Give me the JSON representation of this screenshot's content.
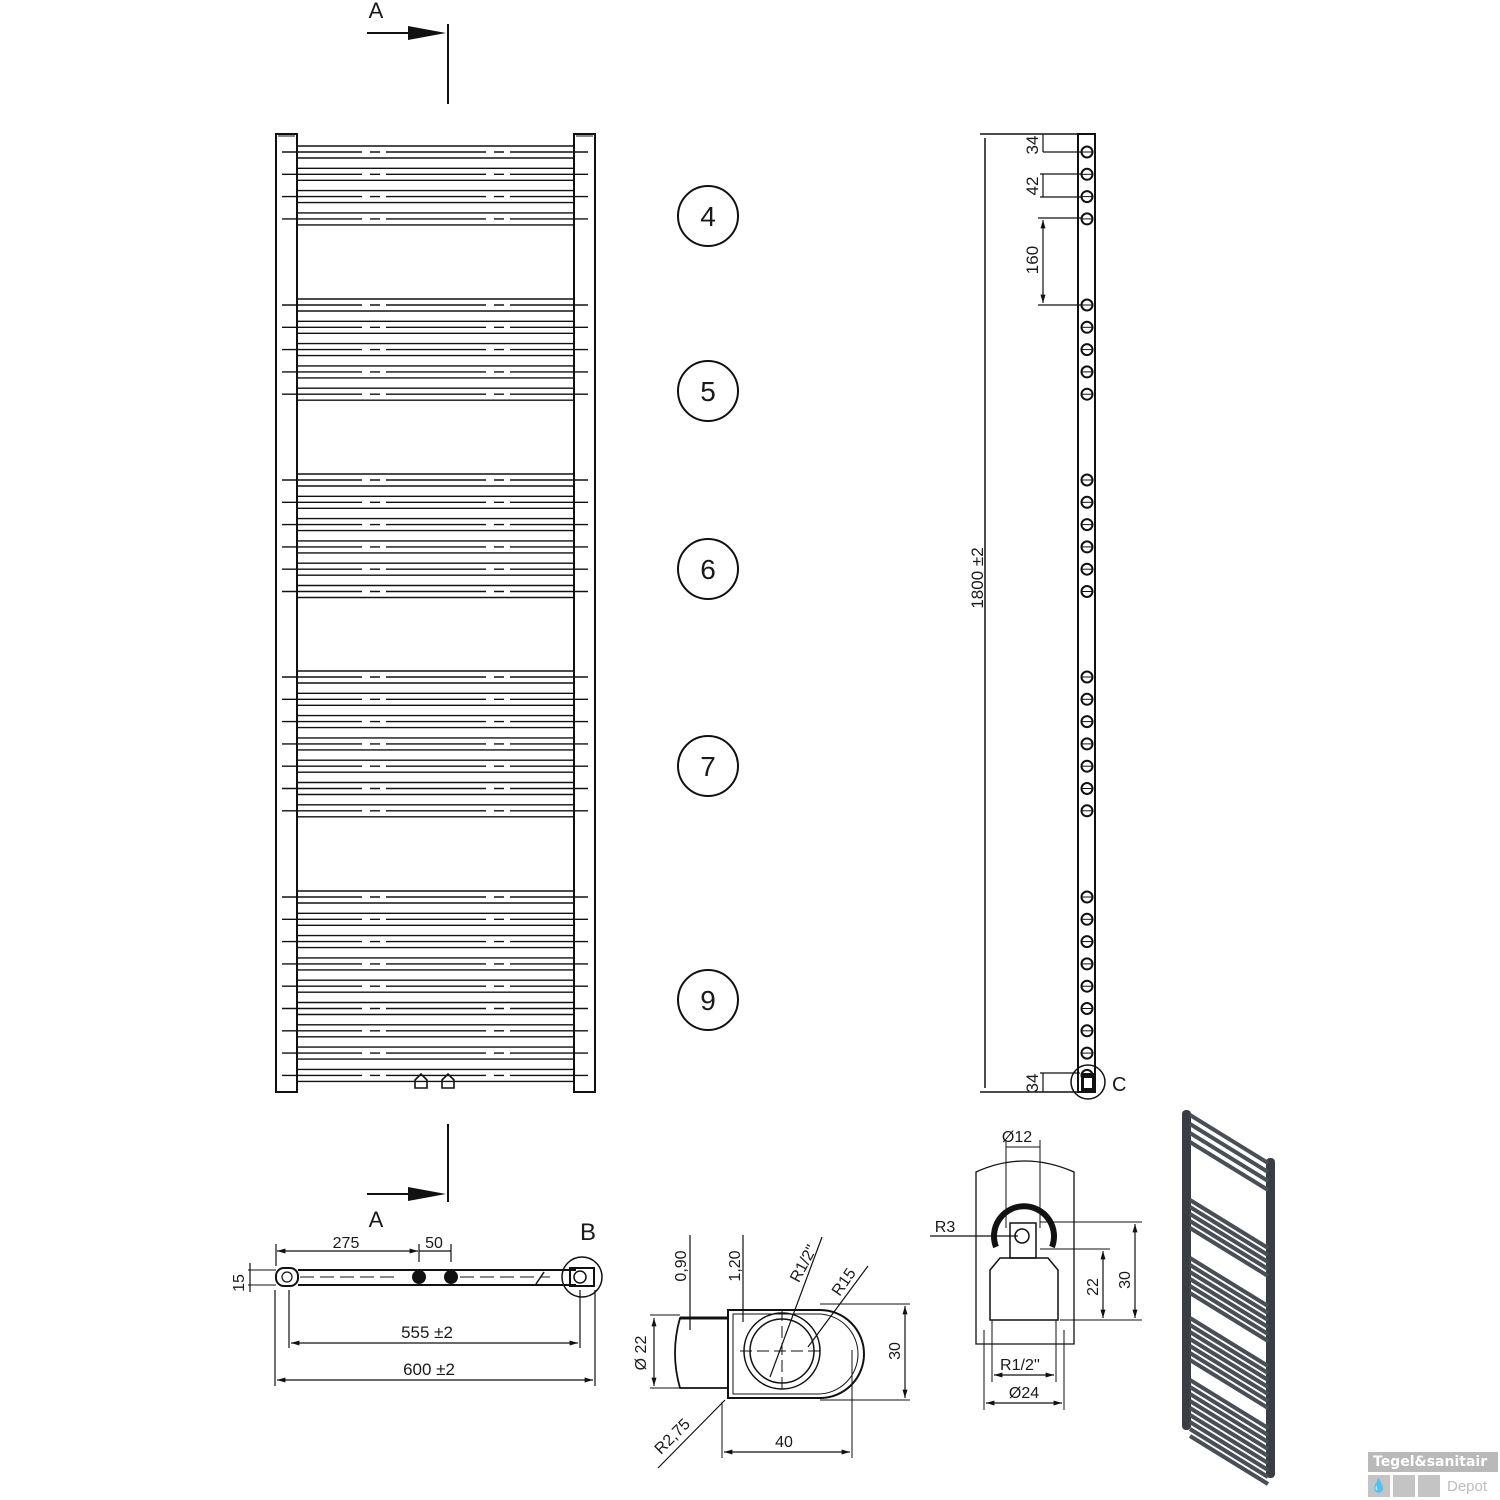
{
  "section_marker": {
    "top_label": "A",
    "bottom_label": "A"
  },
  "front_view": {
    "bar_groups": [
      {
        "count_label": "4",
        "bar_count": 4
      },
      {
        "count_label": "5",
        "bar_count": 5
      },
      {
        "count_label": "6",
        "bar_count": 6
      },
      {
        "count_label": "7",
        "bar_count": 7
      },
      {
        "count_label": "9",
        "bar_count": 9
      }
    ]
  },
  "side_view": {
    "height_label": "1800 ±2",
    "dim_top": "34",
    "dim_spacing": "42",
    "dim_gap": "160",
    "dim_bottom": "34",
    "detail_label": "C"
  },
  "top_view": {
    "dim_offset": "275",
    "dim_connection_spacing": "50",
    "dim_depth": "15",
    "dim_center_distance": "555 ±2",
    "dim_total_width": "600 ±2",
    "detail_label": "B"
  },
  "detail_b": {
    "wall_thickness_1": "0,90",
    "wall_thickness_2": "1,20",
    "thread": "R1/2\"",
    "radius_large": "R15",
    "tube_diameter": "Ø 22",
    "height": "30",
    "radius_small": "R2,75",
    "length": "40"
  },
  "detail_c": {
    "pin_diameter": "Ø12",
    "radius": "R3",
    "height_inner": "22",
    "height_outer": "30",
    "thread": "R1/2''",
    "outer_diameter": "Ø24"
  },
  "watermark": {
    "line1": "Tegel&sanitair",
    "line2": "Depot"
  }
}
